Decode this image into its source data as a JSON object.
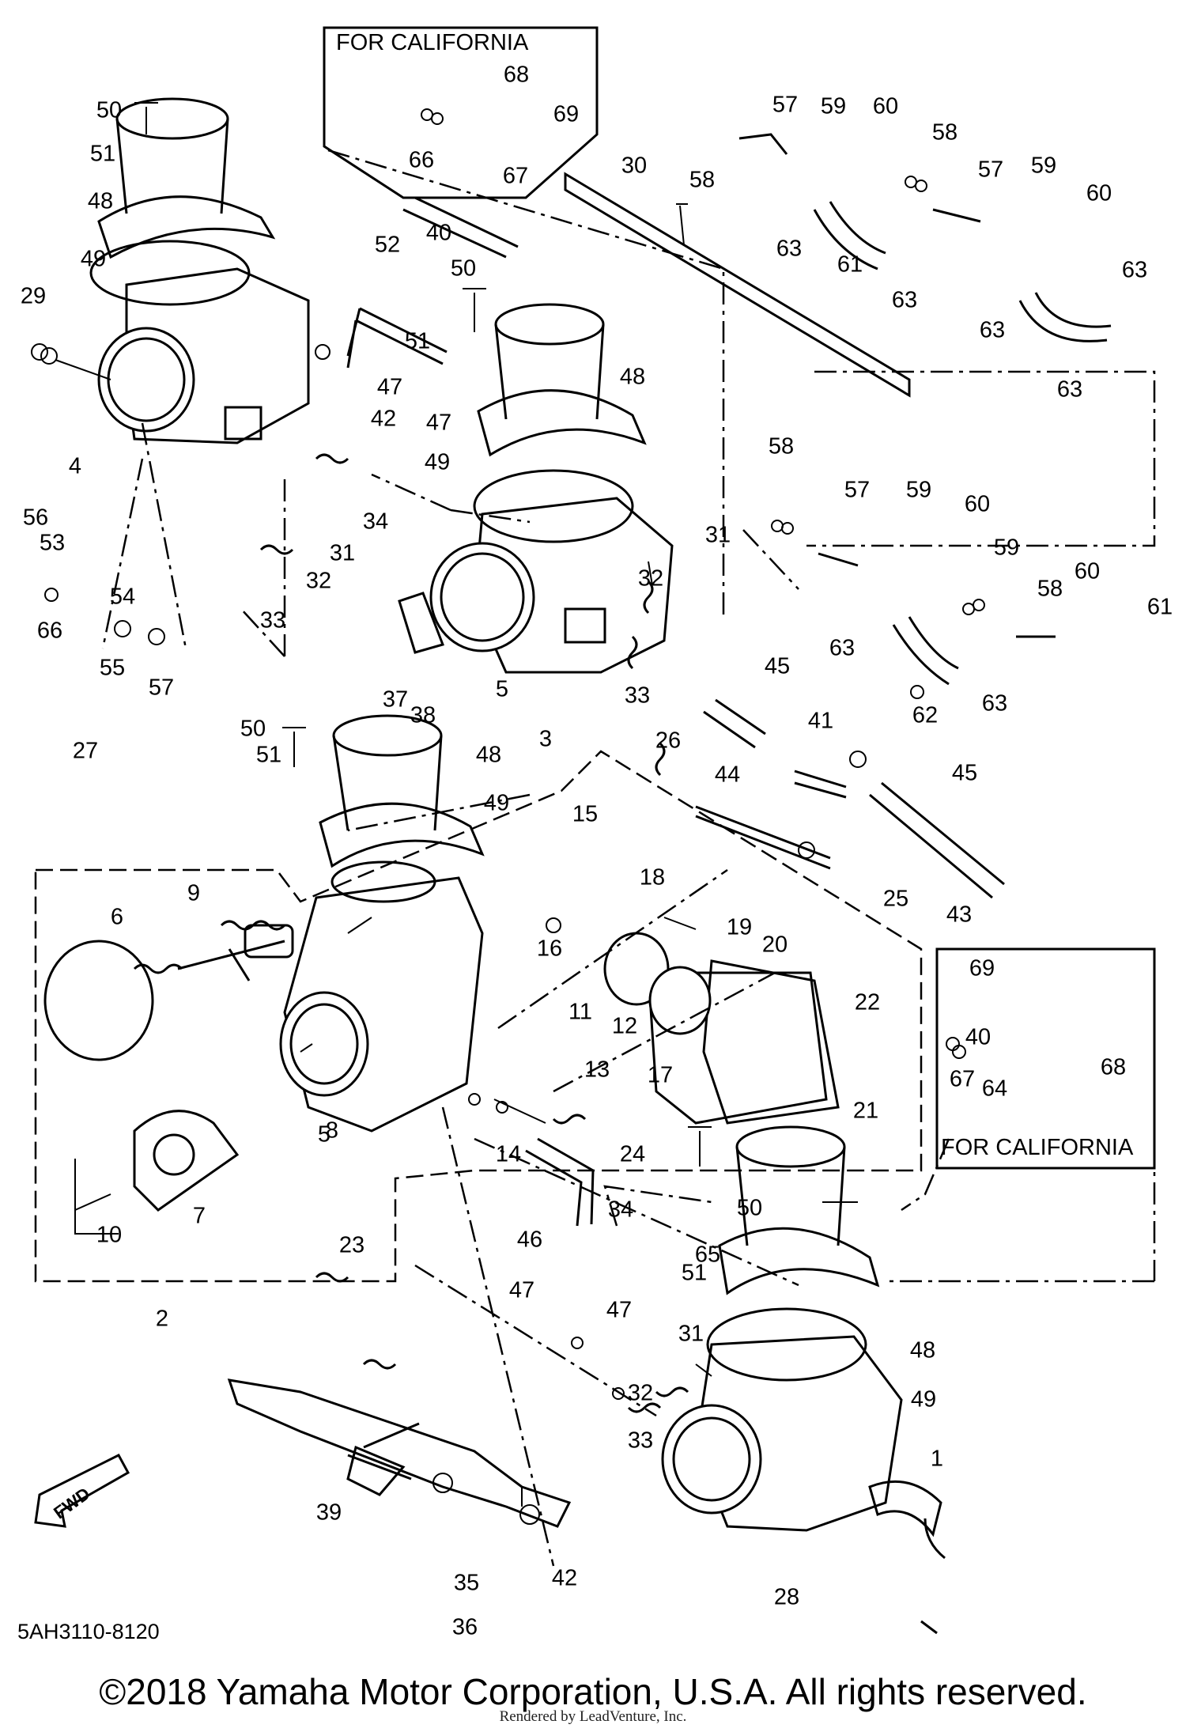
{
  "diagram": {
    "code": "5AH3110-8120",
    "copyright": "©2018 Yamaha Motor Corporation, U.S.A. All rights reserved.",
    "rendered_by": "Rendered by LeadVenture, Inc.",
    "fwd_label": "FWD",
    "california_box_top": "FOR CALIFORNIA",
    "california_box_right": "FOR CALIFORNIA"
  },
  "callouts": [
    "1",
    "2",
    "3",
    "4",
    "5",
    "5",
    "6",
    "7",
    "8",
    "9",
    "10",
    "11",
    "12",
    "13",
    "14",
    "15",
    "16",
    "17",
    "18",
    "19",
    "20",
    "21",
    "22",
    "23",
    "24",
    "25",
    "26",
    "27",
    "28",
    "29",
    "30",
    "31",
    "31",
    "31",
    "32",
    "32",
    "32",
    "33",
    "33",
    "33",
    "34",
    "34",
    "35",
    "36",
    "37",
    "38",
    "39",
    "40",
    "40",
    "41",
    "42",
    "42",
    "43",
    "44",
    "45",
    "45",
    "46",
    "47",
    "47",
    "47",
    "47",
    "48",
    "48",
    "48",
    "48",
    "49",
    "49",
    "49",
    "49",
    "50",
    "50",
    "50",
    "50",
    "51",
    "51",
    "51",
    "51",
    "52",
    "53",
    "54",
    "55",
    "56",
    "57",
    "57",
    "57",
    "57",
    "58",
    "58",
    "58",
    "58",
    "59",
    "59",
    "59",
    "59",
    "60",
    "60",
    "60",
    "60",
    "61",
    "61",
    "62",
    "63",
    "63",
    "63",
    "63",
    "63",
    "63",
    "63",
    "64",
    "65",
    "66",
    "66",
    "67",
    "67",
    "68",
    "68",
    "69",
    "69"
  ]
}
